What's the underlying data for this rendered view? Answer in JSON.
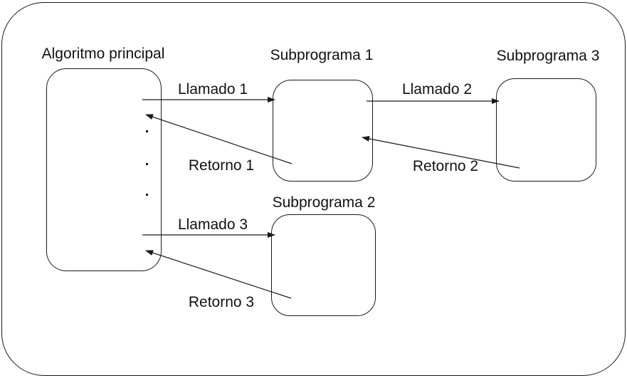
{
  "diagram": {
    "colors": {
      "background": "#ffffff",
      "stroke": "#1a1a1a",
      "text": "#111111"
    },
    "nodes": {
      "main": {
        "label": "Algoritmo principal"
      },
      "sub1": {
        "label": "Subprograma 1"
      },
      "sub2": {
        "label": "Subprograma 2"
      },
      "sub3": {
        "label": "Subprograma 3"
      }
    },
    "arrows": {
      "llamado1": {
        "label": "Llamado 1",
        "from": "Algoritmo principal",
        "to": "Subprograma 1"
      },
      "retorno1": {
        "label": "Retorno 1",
        "from": "Subprograma 1",
        "to": "Algoritmo principal"
      },
      "llamado2": {
        "label": "Llamado 2",
        "from": "Subprograma 1",
        "to": "Subprograma 3"
      },
      "retorno2": {
        "label": "Retorno 2",
        "from": "Subprograma 3",
        "to": "Subprograma 1"
      },
      "llamado3": {
        "label": "Llamado 3",
        "from": "Algoritmo principal",
        "to": "Subprograma 2"
      },
      "retorno3": {
        "label": "Retorno 3",
        "from": "Subprograma 2",
        "to": "Algoritmo principal"
      }
    }
  }
}
